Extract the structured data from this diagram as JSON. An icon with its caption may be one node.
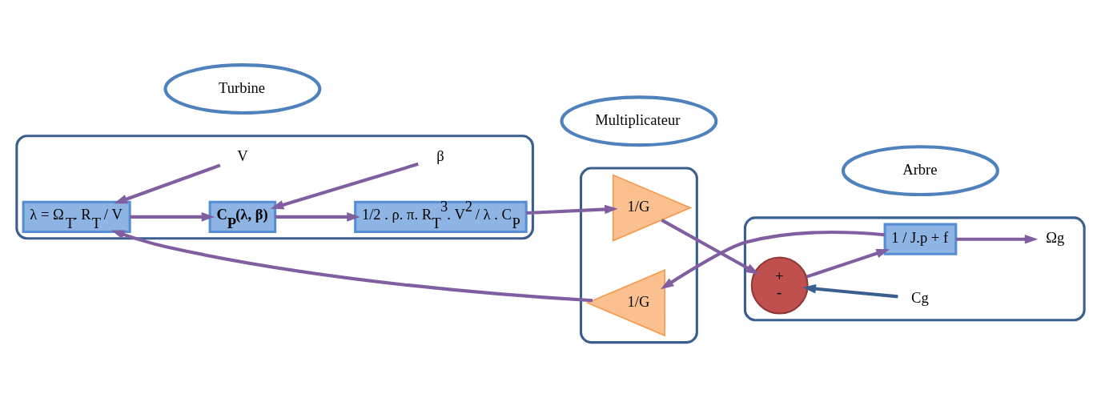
{
  "diagram": {
    "nodes": [
      {
        "text": [],
        "shape": "box"
      },
      {
        "text": [],
        "shape": "box"
      },
      {
        "text": [],
        "shape": "box"
      },
      {
        "text": [
          "λ = Ω$_{T}$. R$_{T}$ / V"
        ],
        "in": 0
      },
      {
        "text": [
          "C$_{P}$(λ, β)"
        ],
        "in": 0
      },
      {
        "text": [
          "1/2 . ρ. π. R$_{T}$$^{3}$. V$^{2}$ / λ . C$_{P}$"
        ],
        "in": 0
      },
      {
        "text": [
          "1/G"
        ],
        "in": 1
      },
      {
        "text": [
          "1/G"
        ],
        "in": 1
      },
      {
        "text": [
          "+",
          "-"
        ],
        "in": 2
      },
      {
        "text": [
          "1 / J.p + f"
        ],
        "in": 2
      },
      {
        "text": [
          "V"
        ],
        "in": 0
      },
      {
        "text": [
          "β"
        ],
        "in": 0
      },
      {
        "text": [
          "Cg"
        ],
        "in": 2
      },
      {
        "text": [
          "Ωg"
        ],
        "in": 2
      },
      {
        "text": [
          "Turbine"
        ]
      },
      {
        "text": [
          "Multiplicateur"
        ]
      },
      {
        "text": [
          "Arbre"
        ]
      }
    ],
    "edges": [
      {
        "from": 10,
        "to": 3,
        "arrow": "to"
      },
      {
        "from": 6,
        "to": 3,
        "arrow": "to"
      },
      {
        "from": 3,
        "to": 4,
        "arrow": "to"
      },
      {
        "from": 11,
        "to": 4,
        "arrow": "to"
      },
      {
        "from": 4,
        "to": 5,
        "arrow": "to"
      },
      {
        "from": 5,
        "to": 7,
        "arrow": "to"
      },
      {
        "from": 7,
        "to": 8,
        "arrow": "to"
      },
      {
        "from": 12,
        "to": 8,
        "arrow": "to",
        "color": "#3a5f8f"
      },
      {
        "from": 8,
        "to": 9,
        "arrow": "to"
      },
      {
        "from": 9,
        "to": 13,
        "arrow": "to"
      },
      {
        "from": 9,
        "to": 6,
        "arrow": "to"
      }
    ]
  }
}
